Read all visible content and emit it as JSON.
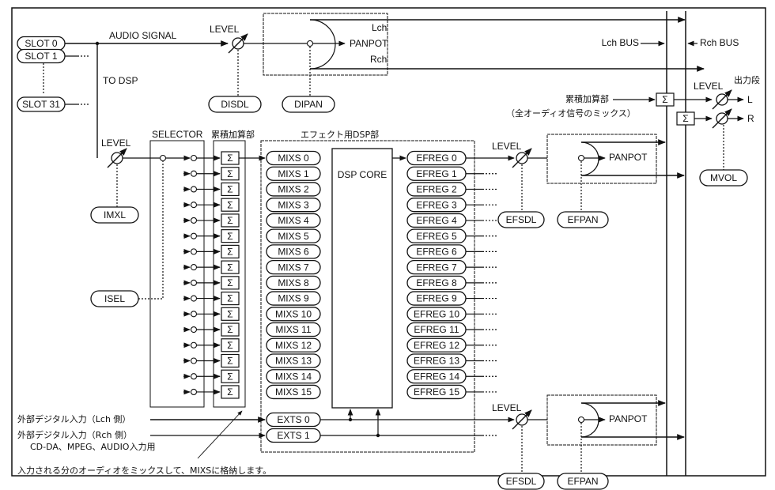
{
  "slots": [
    "SLOT 0",
    "SLOT 1",
    "SLOT 31"
  ],
  "labels": {
    "audio_signal": "AUDIO SIGNAL",
    "to_dsp": "TO DSP",
    "level": "LEVEL",
    "panpot": "PANPOT",
    "lch": "Lch",
    "rch": "Rch",
    "lch_bus": "Lch BUS",
    "rch_bus": "Rch BUS",
    "selector": "SELECTOR",
    "accumulator": "累積加算部",
    "dsp_section": "エフェクト用DSP部",
    "dsp_core": "DSP CORE",
    "output_stage": "出力段",
    "out_l": "L",
    "out_r": "R",
    "sigma": "Σ",
    "accum_note": "累積加算部",
    "accum_note_sub": "（全オーディオ信号のミックス）",
    "ext_l": "外部デジタル入力（Lch 側）",
    "ext_r": "外部デジタル入力（Rch 側）",
    "ext_use": "CD-DA、MPEG、AUDIO入力用",
    "mix_note": "入力される分のオーディオをミックスして、MIXSに格納します。"
  },
  "registers": {
    "disdl": "DISDL",
    "dipan": "DIPAN",
    "imxl": "IMXL",
    "isel": "ISEL",
    "efsdl": "EFSDL",
    "efpan": "EFPAN",
    "mvol": "MVOL"
  },
  "mixs": [
    "MIXS 0",
    "MIXS 1",
    "MIXS 2",
    "MIXS 3",
    "MIXS 4",
    "MIXS 5",
    "MIXS 6",
    "MIXS 7",
    "MIXS 8",
    "MIXS 9",
    "MIXS 10",
    "MIXS 11",
    "MIXS 12",
    "MIXS 13",
    "MIXS 14",
    "MIXS 15"
  ],
  "efreg": [
    "EFREG 0",
    "EFREG 1",
    "EFREG 2",
    "EFREG 3",
    "EFREG 4",
    "EFREG 5",
    "EFREG 6",
    "EFREG 7",
    "EFREG 8",
    "EFREG 9",
    "EFREG 10",
    "EFREG 11",
    "EFREG 12",
    "EFREG 13",
    "EFREG 14",
    "EFREG 15"
  ],
  "exts": [
    "EXTS 0",
    "EXTS 1"
  ]
}
